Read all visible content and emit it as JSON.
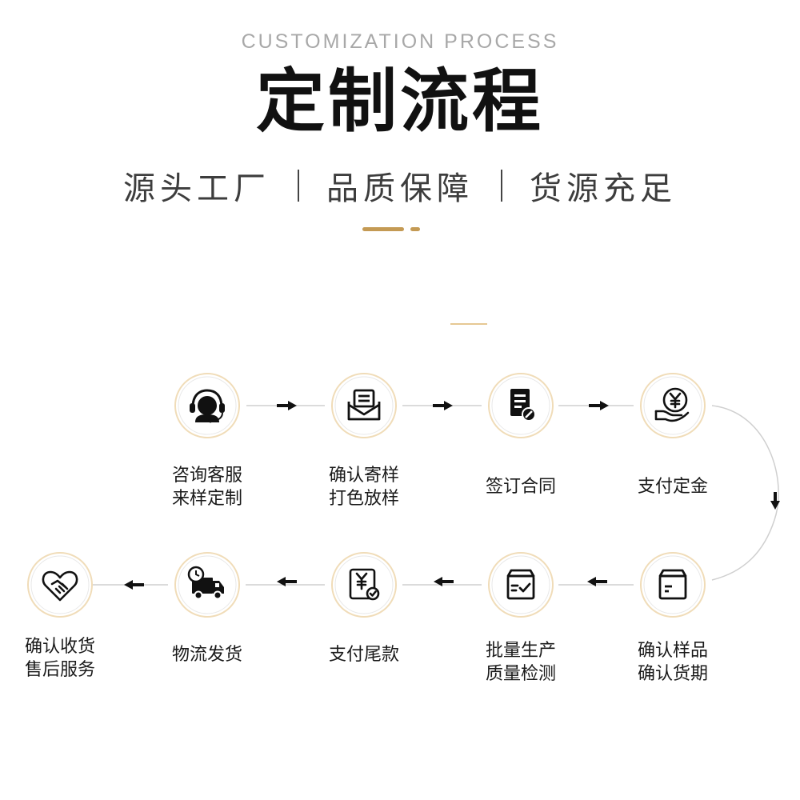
{
  "header": {
    "title_en": "CUSTOMIZATION PROCESS",
    "title_cn": "定制流程",
    "tagline": [
      "源头工厂",
      "品质保障",
      "货源充足"
    ]
  },
  "colors": {
    "accent_gold": "#c49a54",
    "ring_light": "#f0dcb8",
    "icon_dark": "#111111",
    "arrow": "#111111"
  },
  "steps": [
    {
      "id": "consult",
      "icon": "headset-icon",
      "lines": [
        "咨询客服",
        "来样定制"
      ]
    },
    {
      "id": "sample",
      "icon": "envelope-icon",
      "lines": [
        "确认寄样",
        "打色放样"
      ]
    },
    {
      "id": "contract",
      "icon": "contract-icon",
      "lines": [
        "签订合同"
      ]
    },
    {
      "id": "deposit",
      "icon": "yuan-hand-icon",
      "lines": [
        "支付定金"
      ]
    },
    {
      "id": "confirm",
      "icon": "box-icon",
      "lines": [
        "确认样品",
        "确认货期"
      ]
    },
    {
      "id": "produce",
      "icon": "box-check-icon",
      "lines": [
        "批量生产",
        "质量检测"
      ]
    },
    {
      "id": "balance",
      "icon": "yuan-receipt-icon",
      "lines": [
        "支付尾款"
      ]
    },
    {
      "id": "ship",
      "icon": "truck-icon",
      "lines": [
        "物流发货"
      ]
    },
    {
      "id": "receive",
      "icon": "handshake-heart-icon",
      "lines": [
        "确认收货",
        "售后服务"
      ]
    }
  ]
}
